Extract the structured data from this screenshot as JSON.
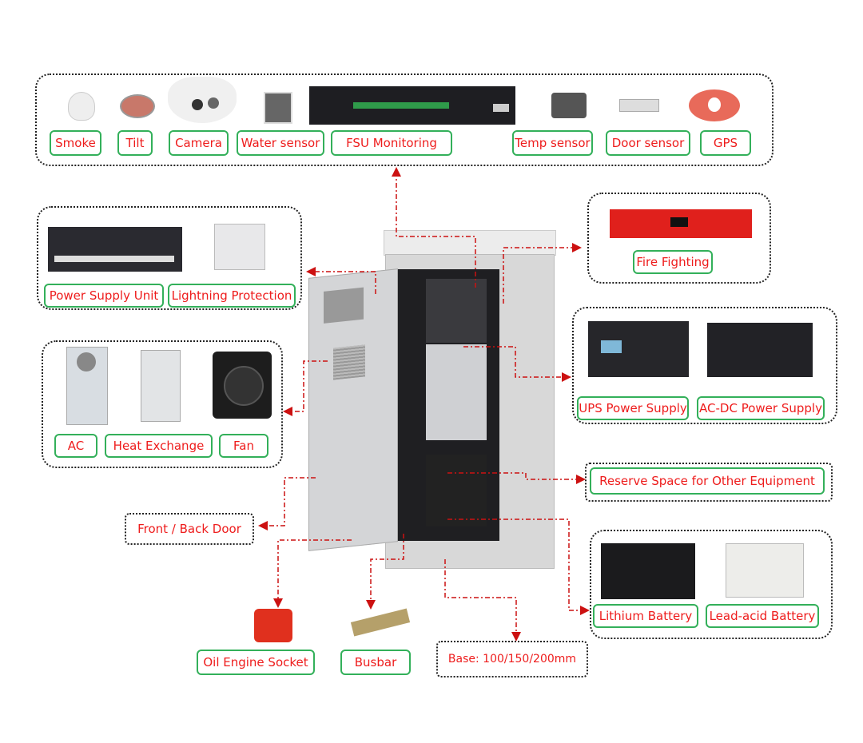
{
  "colors": {
    "label_text": "#ee1c1c",
    "label_border": "#33b05a",
    "arrow": "#cc1111"
  },
  "labels": {
    "smoke": "Smoke",
    "tilt": "Tilt",
    "camera": "Camera",
    "water": "Water sensor",
    "fsu": "FSU Monitoring",
    "temp": "Temp sensor",
    "door": "Door sensor",
    "gps": "GPS",
    "fire": "Fire Fighting",
    "psu": "Power Supply Unit",
    "lightning": "Lightning Protection",
    "ups": "UPS Power Supply",
    "acdc": "AC-DC Power Supply",
    "ac": "AC",
    "heat": "Heat Exchange",
    "fan": "Fan",
    "reserve": "Reserve Space for Other Equipment",
    "frontdoor": "Front / Back Door",
    "lithium": "Lithium Battery",
    "leadacid": "Lead-acid Battery",
    "oil": "Oil Engine Socket",
    "busbar": "Busbar",
    "base": "Base: 100/150/200mm"
  }
}
